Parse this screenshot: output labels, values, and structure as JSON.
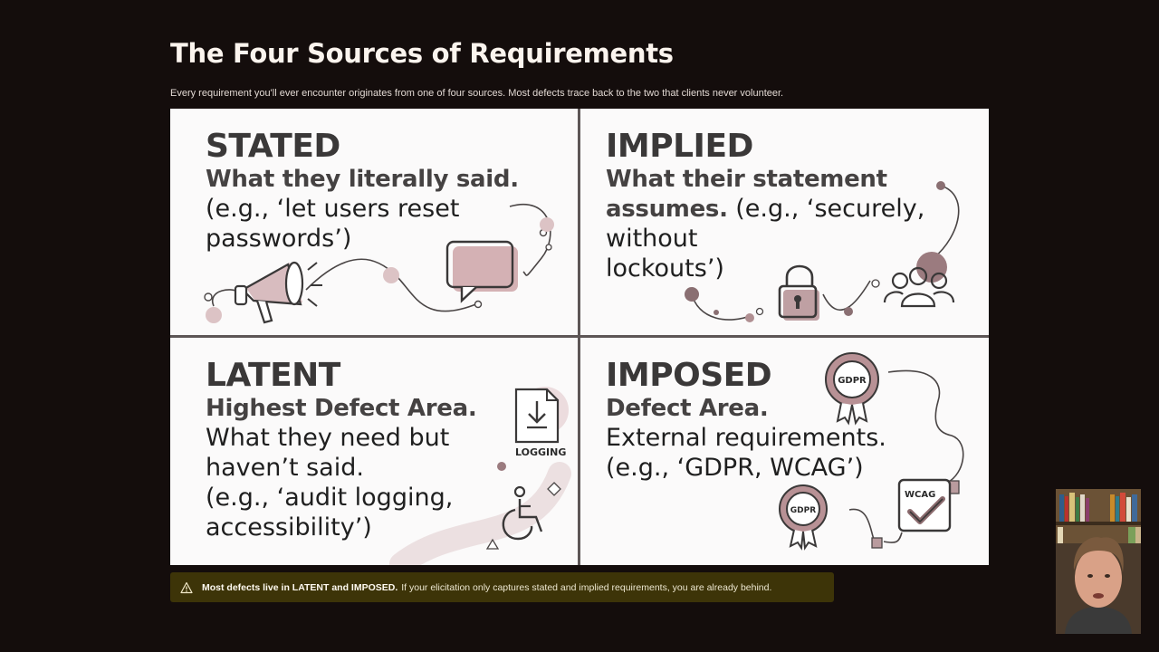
{
  "slide": {
    "title": "The Four Sources of Requirements",
    "subtitle": "Every requirement you'll ever encounter originates from one of four sources. Most defects trace back to the two that clients never volunteer."
  },
  "quadrants": {
    "stated": {
      "title": "STATED",
      "bold": "What they literally said.",
      "body_lines": [
        "(e.g., ‘let users reset",
        "passwords’)"
      ]
    },
    "implied": {
      "title": "IMPLIED",
      "bold_line1": "What their statement",
      "bold_line2": "assumes.",
      "body_inline": " (e.g., ‘securely,",
      "body_lines": [
        "without",
        "lockouts’)"
      ]
    },
    "latent": {
      "title": "LATENT",
      "bold": "Highest Defect Area.",
      "body_lines": [
        "What they need but",
        "haven’t said.",
        "(e.g., ‘audit logging,",
        "accessibility’)"
      ],
      "icon_label": "LOGGING"
    },
    "imposed": {
      "title": "IMPOSED",
      "bold": "Defect Area.",
      "body_lines": [
        "External requirements.",
        "(e.g., ‘GDPR, WCAG’)"
      ],
      "badge_label_1": "GDPR",
      "badge_label_2": "GDPR",
      "wcag_label": "WCAG"
    }
  },
  "callout": {
    "bold": "Most defects live in LATENT and IMPOSED.",
    "text": "If your elicitation only captures stated and implied requirements, you are already behind."
  },
  "colors": {
    "background": "#140d0c",
    "accent_mauve": "#c9a3a6",
    "callout_bg": "#3d3408"
  }
}
